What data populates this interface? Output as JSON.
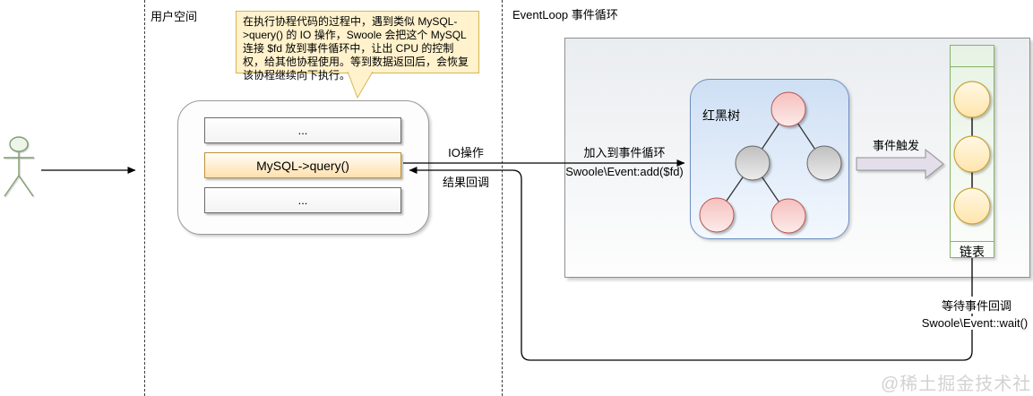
{
  "labels": {
    "user_space": "用户空间",
    "event_loop": "EventLoop 事件循环",
    "io_operation": "IO操作",
    "result_callback": "结果回调",
    "join_event_loop": "加入到事件循环",
    "add_code": "Swoole\\Event:add($fd)",
    "event_trigger": "事件触发",
    "wait_callback": "等待事件回调",
    "wait_code": "Swoole\\Event::wait()",
    "tree": "红黑树",
    "linked_list": "链表",
    "watermark": "@稀土掘金技术社区"
  },
  "callout": {
    "text": "在执行协程代码的过程中，遇到类似 MySQL->query() 的 IO 操作，Swoole 会把这个 MySQL 连接 $fd 放到事件循环中，让出 CPU 的控制权，给其他协程使用。等到数据返回后，会恢复该协程继续向下执行。"
  },
  "coroutine_stack": {
    "top": "...",
    "middle": "MySQL->query()",
    "bottom": "..."
  },
  "colors": {
    "callout_bg": "#FFF2CC",
    "callout_border": "#D6B656",
    "mysql_box_border": "#BE9239",
    "tree_box_border": "#6C8EBF",
    "tree_node_red_border": "#B85450",
    "tree_node_gray_border": "#666666",
    "list_border": "#82B366",
    "list_circle_border": "#C9A43B",
    "trigger_arrow_fill": "#E4DEEA"
  }
}
